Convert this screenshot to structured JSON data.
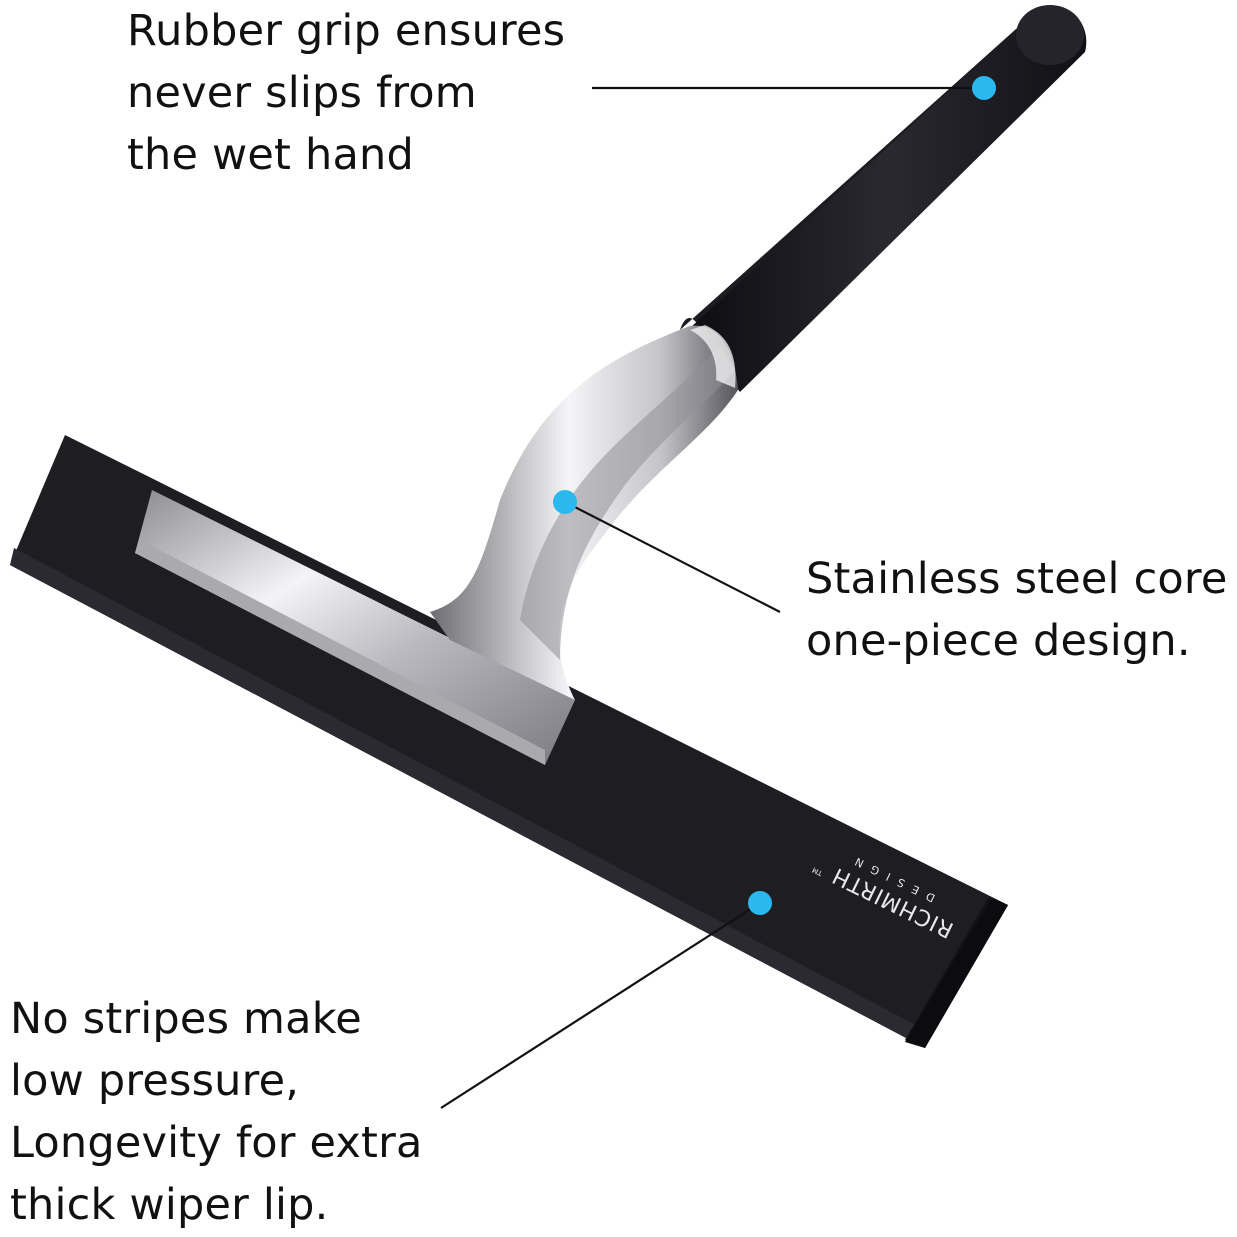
{
  "product": {
    "brand_logo": {
      "wordmark": "RICHMIRTH",
      "trademark": "TM",
      "subline": "DESIGN"
    }
  },
  "callouts": {
    "grip": {
      "lines": [
        "Rubber grip ensures",
        "never slips from",
        "the wet hand"
      ]
    },
    "core": {
      "lines": [
        "Stainless steel core",
        "one-piece design."
      ]
    },
    "lip": {
      "lines": [
        "No stripes make",
        "low pressure,",
        "Longevity for extra",
        "thick wiper lip."
      ]
    }
  },
  "colors": {
    "marker": "#2ab8ee",
    "rubber": "#1b1a1f",
    "steel": "#d9d9dc",
    "leader_line": "#111111",
    "text": "#111111"
  }
}
